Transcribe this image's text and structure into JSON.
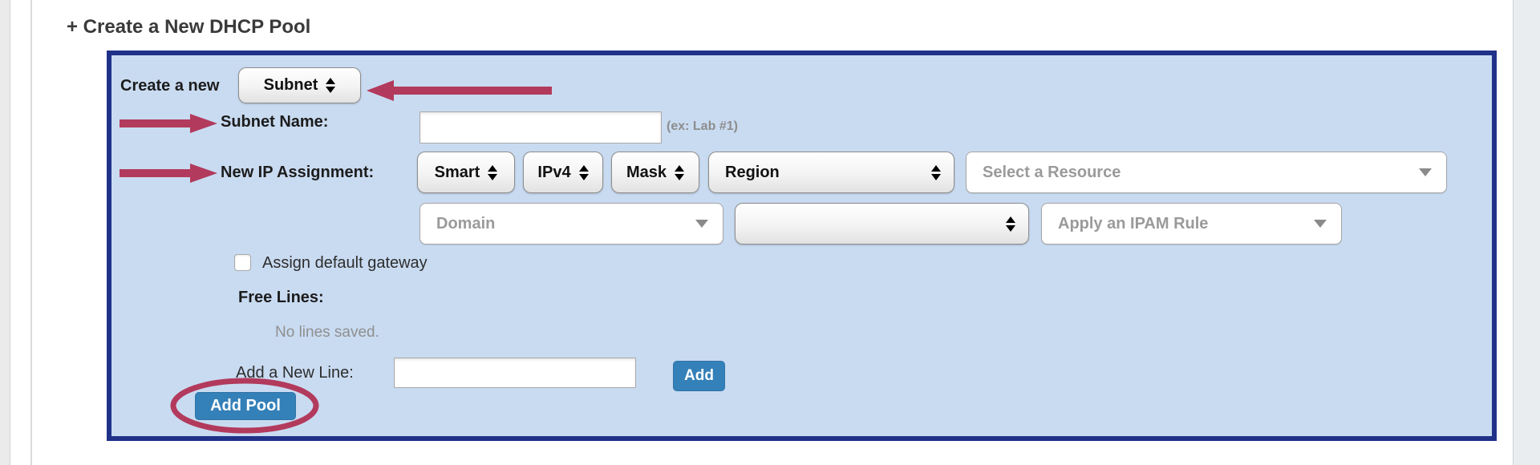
{
  "page": {
    "title": "+ Create a New DHCP Pool"
  },
  "panel": {
    "type_row": {
      "label": "Create a new",
      "type_select_value": "Subnet"
    },
    "subnet_row": {
      "label": "Subnet Name:",
      "input_value": "",
      "hint": "(ex: Lab #1)"
    },
    "ip_row": {
      "label": "New IP Assignment:",
      "smart_select_value": "Smart",
      "version_select_value": "IPv4",
      "mask_select_value": "Mask",
      "region_select_value": "Region",
      "resource_select_placeholder": "Select a Resource"
    },
    "extra_row": {
      "domain_select_placeholder": "Domain",
      "secondary_select_value": "",
      "ipam_select_placeholder": "Apply an IPAM Rule"
    },
    "gateway_row": {
      "label": "Assign default gateway",
      "checked": false
    },
    "free_lines": {
      "label": "Free Lines:",
      "empty_status": "No lines saved."
    },
    "add_line_row": {
      "label": "Add a New Line:",
      "input_value": "",
      "button_label": "Add"
    },
    "submit_row": {
      "button_label": "Add Pool"
    }
  },
  "icons": {
    "updown-arrows-icon": "stacked up/down black triangles (native select stepper)",
    "dropdown-arrow-icon": "gray down triangle",
    "annotation-arrow": "solid crimson arrow",
    "annotation-ellipse": "crimson ellipse outline"
  },
  "colors": {
    "panel_background": "#c9dbf1",
    "panel_border": "#203189",
    "annotation_crimson": "#b23a5c",
    "button_blue": "#3480b9",
    "placeholder_gray": "#9a9a9a"
  }
}
